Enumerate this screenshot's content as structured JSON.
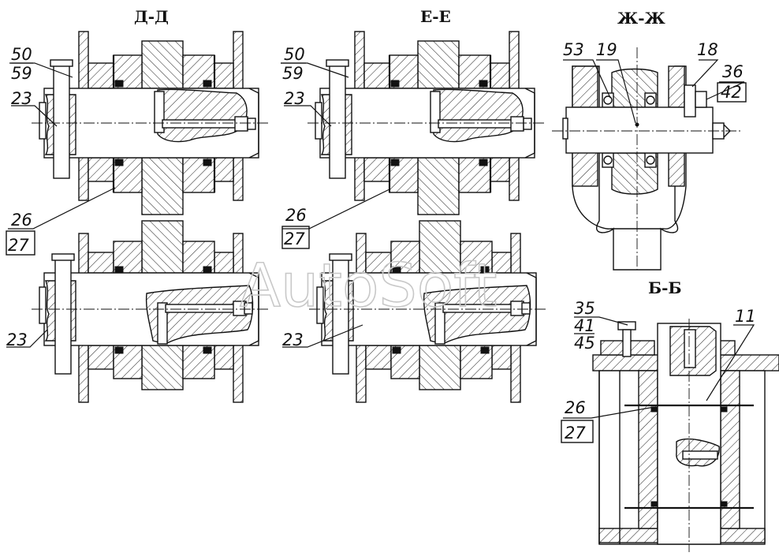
{
  "section_titles": {
    "d": "Д-Д",
    "e": "Е-Е",
    "zh": "Ж-Ж",
    "b": "Б-Б"
  },
  "callouts": {
    "d_top_50": "50",
    "d_top_59": "59",
    "d_top_23": "23",
    "d_26": "26",
    "d_27": "27",
    "d_bot_23": "23",
    "e_top_50": "50",
    "e_top_59": "59",
    "e_top_23": "23",
    "e_26": "26",
    "e_27": "27",
    "e_bot_23": "23",
    "zh_53": "53",
    "zh_19": "19",
    "zh_18": "18",
    "zh_36": "36",
    "zh_42": "42",
    "b_35": "35",
    "b_41": "41",
    "b_45": "45",
    "b_11": "11",
    "b_26": "26",
    "b_27": "27"
  },
  "watermark": "AutoSoft"
}
